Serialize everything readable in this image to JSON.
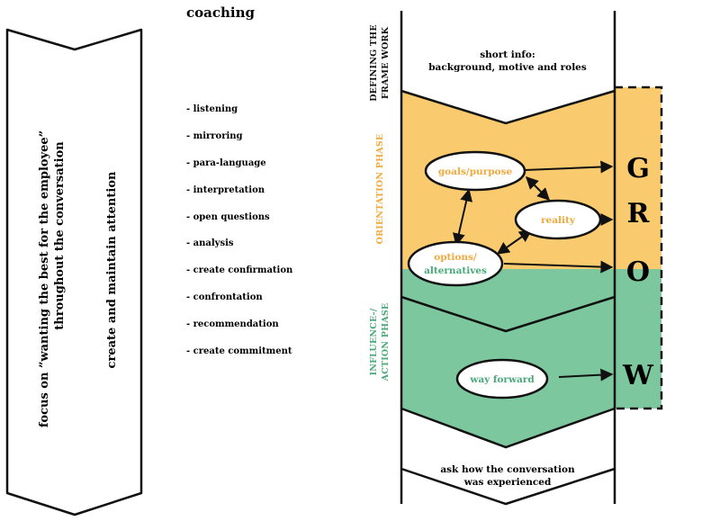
{
  "title": "coaching",
  "left_panel": {
    "line1": "focus on ”wanting the best for the employee”",
    "line2": "throughout the conversation",
    "line3": "create and maintain attention"
  },
  "skills": [
    "- listening",
    "- mirroring",
    "- para-language",
    "- interpretation",
    "- open questions",
    "- analysis",
    "- create confirmation",
    "- confrontation",
    "- recommendation",
    "- create commitment"
  ],
  "phases": {
    "framework_line1": "DEFINING THE",
    "framework_line2": "FRAME WORK",
    "orientation": "ORIENTATION PHASE",
    "influence_line1": "INFLUENCE-/",
    "influence_line2": "ACTION PHASE"
  },
  "top_box": {
    "line1": "short info:",
    "line2": "background, motive and roles"
  },
  "bottom_box": {
    "line1": "ask how the conversation",
    "line2": "was experienced"
  },
  "nodes": {
    "goals": "goals/purpose",
    "reality": "reality",
    "options_line1": "options/",
    "options_line2": "alternatives",
    "way_forward": "way forward"
  },
  "grow": [
    "G",
    "R",
    "O",
    "W"
  ],
  "colors": {
    "orientation": "#FACB6E",
    "action": "#7CC79E",
    "orientation_text": "#F2A93B",
    "action_text": "#49A97A",
    "outline": "#111111"
  }
}
